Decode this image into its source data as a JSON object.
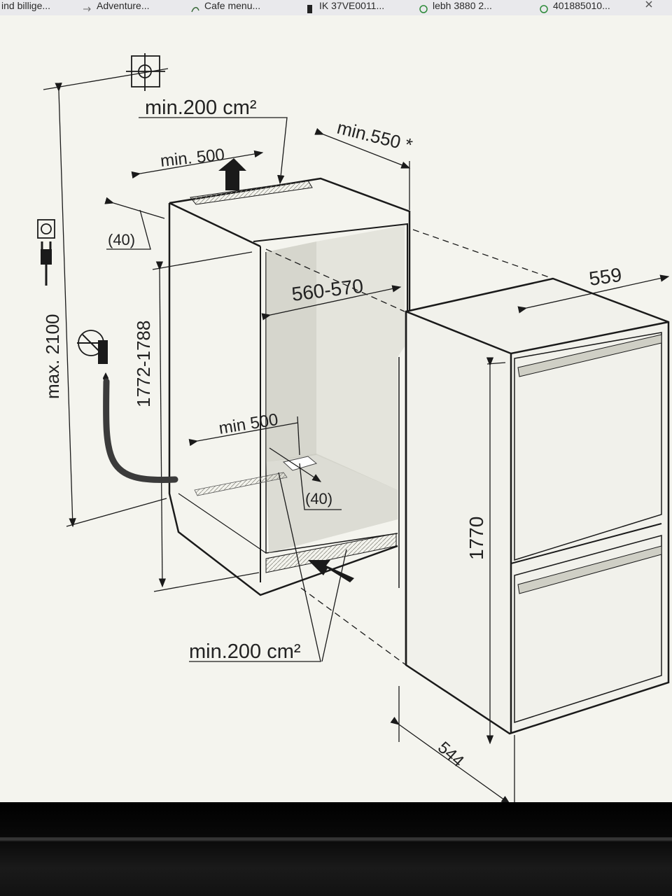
{
  "browser": {
    "bookmarks": [
      {
        "label": "ind billige...",
        "icon": "none"
      },
      {
        "label": "Adventure...",
        "icon": "arrow-icon"
      },
      {
        "label": "Cafe menu...",
        "icon": "cafe-logo-icon"
      },
      {
        "label": "IK 37VE0011...",
        "icon": "page-icon"
      },
      {
        "label": "lebh 3880 2...",
        "icon": "globe-icon"
      },
      {
        "label": "401885010...",
        "icon": "globe-icon"
      }
    ]
  },
  "diagram": {
    "labels": {
      "vent_top": "min.200 cm²",
      "depth_top": "min.550 *",
      "width_top": "min. 500",
      "gap_top": "(40)",
      "max_height": "max. 2100",
      "niche_height": "1772-1788",
      "niche_width": "560-570",
      "floor_width": "min 500",
      "gap_bottom": "(40)",
      "vent_bottom": "min.200 cm²",
      "appliance_width": "559",
      "appliance_height": "1770",
      "appliance_depth": "544"
    },
    "icons": [
      "gas-symbol-icon",
      "power-socket-icon",
      "plug-icon",
      "water-tap-icon",
      "airflow-arrow-icon"
    ],
    "colors": {
      "line": "#1a1a1a",
      "paper": "#f4f4ee",
      "hatch": "#9a9a8e"
    }
  }
}
